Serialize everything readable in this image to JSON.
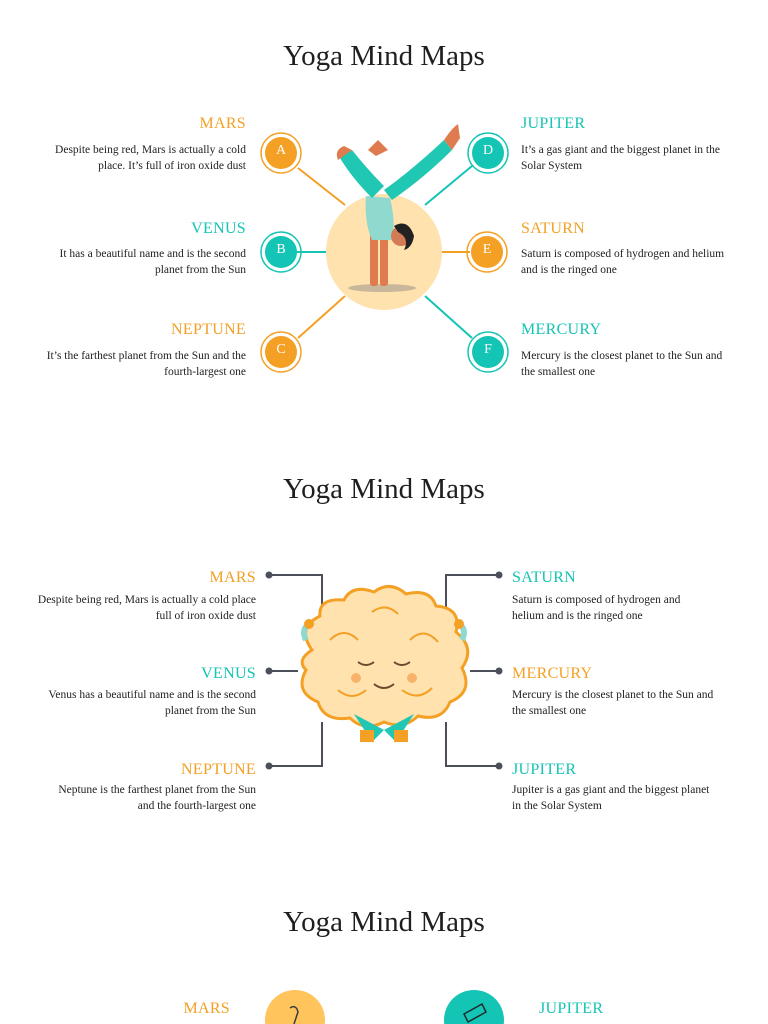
{
  "slides": [
    {
      "title": "Yoga Mind Maps",
      "items": [
        {
          "letter": "A",
          "heading": "MARS",
          "text": "Despite being red, Mars is actually a cold place. It’s full of iron oxide dust"
        },
        {
          "letter": "B",
          "heading": "VENUS",
          "text": "It has a beautiful name and is the second planet from the Sun"
        },
        {
          "letter": "C",
          "heading": "NEPTUNE",
          "text": "It’s the farthest planet from the Sun and the fourth-largest one"
        },
        {
          "letter": "D",
          "heading": "JUPITER",
          "text": "It’s a gas giant and the biggest planet in the Solar System"
        },
        {
          "letter": "E",
          "heading": "SATURN",
          "text": "Saturn is composed of hydrogen and helium and is the ringed one"
        },
        {
          "letter": "F",
          "heading": "MERCURY",
          "text": "Mercury is the closest planet to the Sun and the smallest one"
        }
      ]
    },
    {
      "title": "Yoga Mind Maps",
      "items": [
        {
          "heading": "MARS",
          "text": "Despite being red, Mars is actually a cold place full of iron oxide dust"
        },
        {
          "heading": "VENUS",
          "text": "Venus has a beautiful name and is the second planet from the Sun"
        },
        {
          "heading": "NEPTUNE",
          "text": "Neptune is the farthest planet from the Sun and the fourth-largest one"
        },
        {
          "heading": "SATURN",
          "text": "Saturn is composed of hydrogen and helium and is the ringed one"
        },
        {
          "heading": "MERCURY",
          "text": "Mercury is the closest planet to the Sun and the smallest one"
        },
        {
          "heading": "JUPITER",
          "text": "Jupiter is a gas giant and the biggest planet in the Solar System"
        }
      ]
    },
    {
      "title": "Yoga Mind Maps",
      "items": [
        {
          "heading": "MARS"
        },
        {
          "heading": "JUPITER"
        }
      ]
    }
  ],
  "colors": {
    "orange": "#f4a024",
    "teal": "#14c4b4",
    "skin": "#ffe2ad",
    "line": "#4a4f5a"
  },
  "icons": [
    "yoga-handstand-illustration",
    "meditating-brain-illustration",
    "yoga-pose-icon",
    "yoga-mat-icon"
  ]
}
